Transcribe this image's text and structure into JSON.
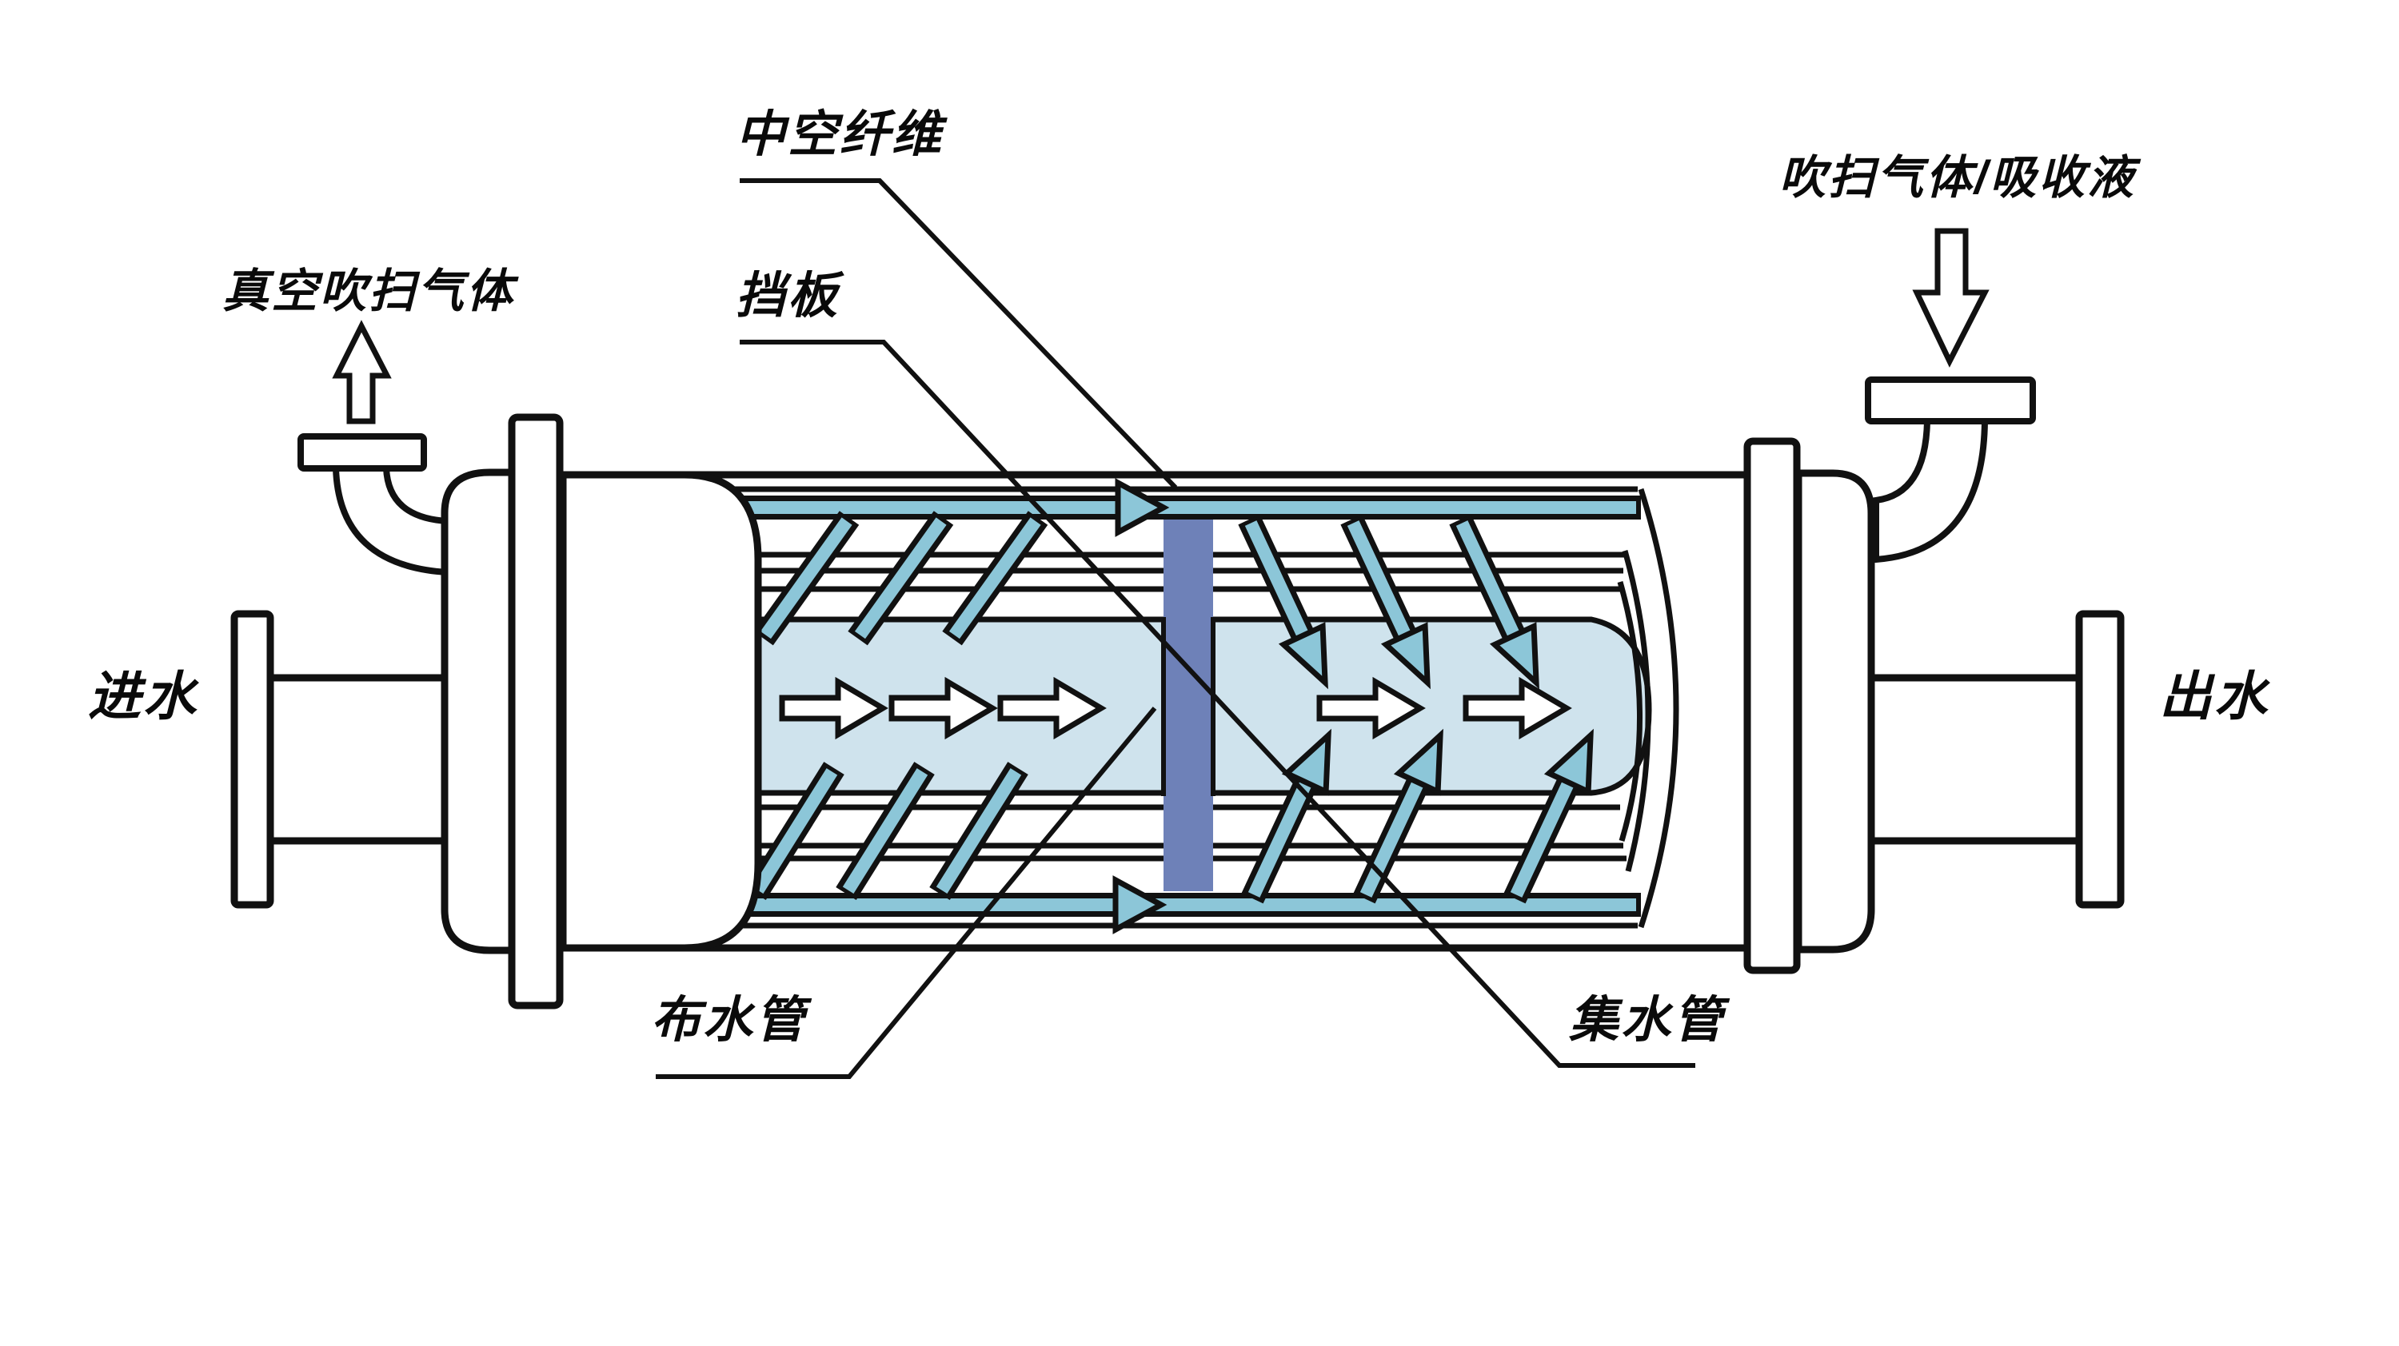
{
  "diagram": {
    "type": "hollow-fiber-membrane-contactor-schematic",
    "labels": {
      "hollow_fiber": "中空纤维",
      "baffle": "挡板",
      "vacuum_purge_gas": "真空吹扫气体",
      "purge_gas_absorbent": "吹扫气体/吸收液",
      "water_inlet": "进水",
      "water_outlet": "出水",
      "distribution_pipe": "布水管",
      "collection_pipe": "集水管"
    },
    "icons": {
      "gas_outlet_arrow": "up-arrow-icon",
      "feed_inlet_arrow": "down-arrow-icon",
      "water_flow_arrows": "right-arrow-icon",
      "distribution_flow_arrows": "diagonal-arrow-icon"
    },
    "colors": {
      "water_channel": "#cfe3ed",
      "flow_accent": "#8cc6d8",
      "baffle_fill": "#6e81b8",
      "outline": "#111111",
      "background": "#ffffff"
    }
  }
}
